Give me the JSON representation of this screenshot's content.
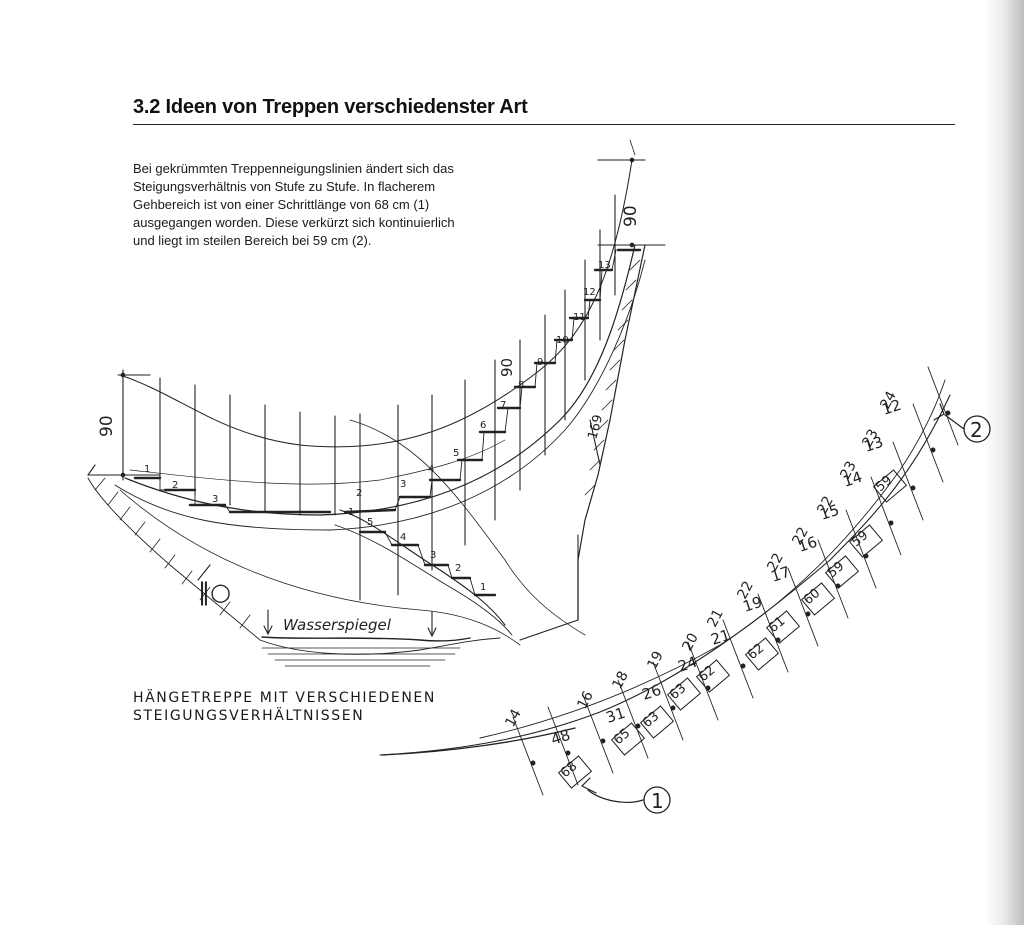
{
  "section_title": "3.2 Ideen von Treppen verschiedenster Art",
  "caption_lines": [
    "Bei gekrümmten Treppenneigungslinien ändert sich das",
    "Steigungsverhältnis von Stufe zu Stufe. In flacherem",
    "Gehbereich ist von einer Schrittlänge von 68 cm (1)",
    "ausgegangen worden. Diese verkürzt sich kontinuierlich",
    "und liegt im steilen Bereich bei 59 cm (2)."
  ],
  "sketch": {
    "title_line1": "HÄNGETREPPE MIT VERSCHIEDENEN",
    "title_line2": "STEIGUNGSVERHÄLTNISSEN",
    "water_label": "Wasserspiegel",
    "dimension_90": "90",
    "dimension_169": "169",
    "marker_1": "1",
    "marker_2": "2",
    "left_stair_steps": [
      "1",
      "2",
      "3",
      "4",
      "5",
      "6",
      "7",
      "8",
      "9",
      "10",
      "11",
      "12",
      "13"
    ],
    "right_stair_steps": [
      "1",
      "2",
      "3",
      "4",
      "5"
    ],
    "left_flight_steps": [
      "1",
      "2",
      "3"
    ],
    "risers": [
      "14",
      "16",
      "18",
      "19",
      "20",
      "21",
      "22",
      "22",
      "22",
      "22",
      "23",
      "23",
      "24"
    ],
    "treads": [
      "48",
      "31",
      "26",
      "24",
      "21",
      "19",
      "17",
      "16",
      "15",
      "14",
      "13",
      "12"
    ],
    "step_lengths": [
      "68",
      "65",
      "63",
      "63",
      "62",
      "62",
      "61",
      "60",
      "59",
      "59",
      "59"
    ]
  }
}
